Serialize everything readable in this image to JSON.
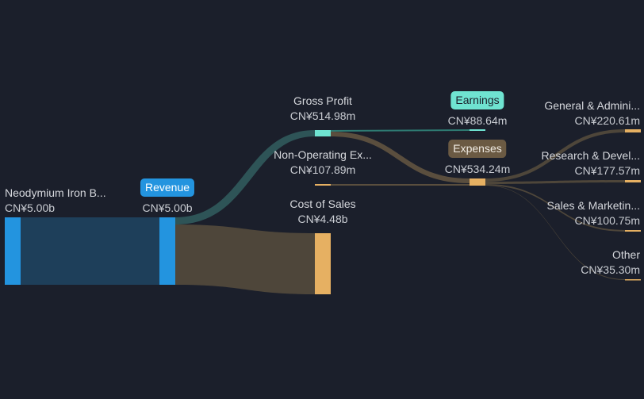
{
  "colors": {
    "background": "#1b1f2b",
    "revenue": "#2394df",
    "profit": "#6fe3d1",
    "expense": "#e6b062",
    "expense_badge": "#6b5a43"
  },
  "nodes": {
    "source": {
      "label": "Neodymium Iron B...",
      "value": "CN¥5.00b"
    },
    "revenue": {
      "label": "Revenue",
      "value": "CN¥5.00b"
    },
    "gross_profit": {
      "label": "Gross Profit",
      "value": "CN¥514.98m"
    },
    "non_operating": {
      "label": "Non-Operating Ex...",
      "value": "CN¥107.89m"
    },
    "cost_of_sales": {
      "label": "Cost of Sales",
      "value": "CN¥4.48b"
    },
    "earnings": {
      "label": "Earnings",
      "value": "CN¥88.64m"
    },
    "expenses": {
      "label": "Expenses",
      "value": "CN¥534.24m"
    },
    "general_admin": {
      "label": "General & Admini...",
      "value": "CN¥220.61m"
    },
    "research_dev": {
      "label": "Research & Devel...",
      "value": "CN¥177.57m"
    },
    "sales_marketing": {
      "label": "Sales & Marketin...",
      "value": "CN¥100.75m"
    },
    "other": {
      "label": "Other",
      "value": "CN¥35.30m"
    }
  }
}
